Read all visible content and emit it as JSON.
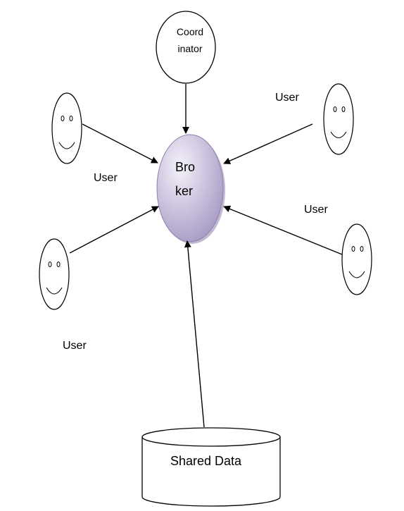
{
  "diagram": {
    "coordinator": {
      "line1": "Coord",
      "line2": "inator"
    },
    "broker": {
      "line1": "Bro",
      "line2": "ker",
      "fill_light": "#f2eff8",
      "fill_dark": "#a99cc5"
    },
    "users": [
      {
        "label": "User"
      },
      {
        "label": "User"
      },
      {
        "label": "User"
      },
      {
        "label": "User"
      }
    ],
    "database": {
      "label": "Shared Data"
    },
    "stroke_color": "#000000"
  }
}
